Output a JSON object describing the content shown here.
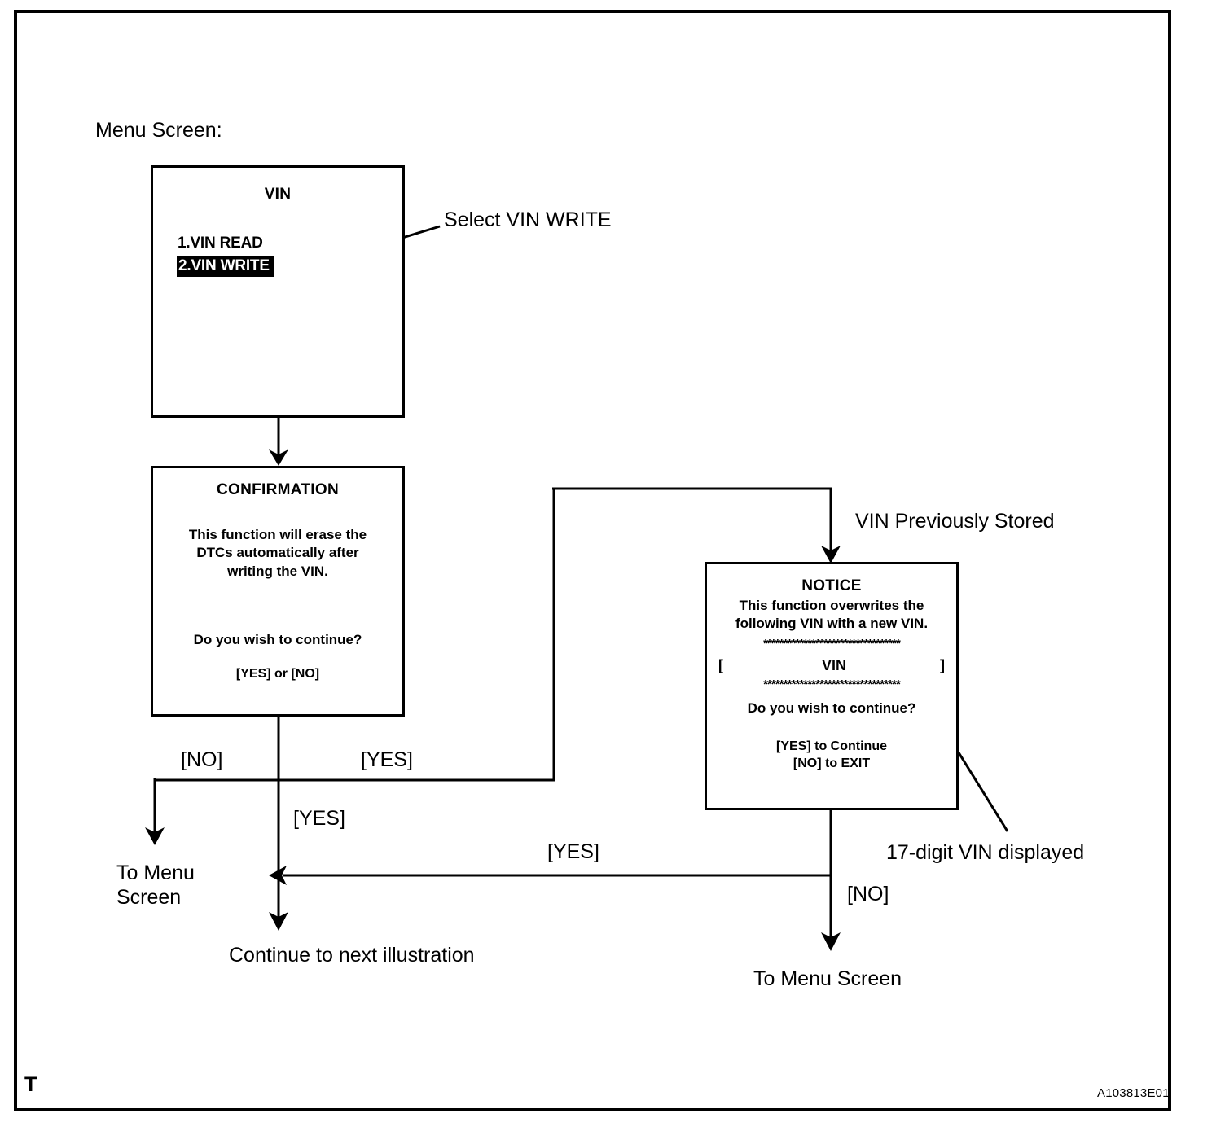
{
  "figure": {
    "sheet_mark": "T",
    "figure_code": "A103813E01",
    "type": "flowchart"
  },
  "labels": {
    "menu_screen": "Menu Screen:",
    "select_vin_write": "Select VIN WRITE",
    "vin_previously_stored": "VIN Previously Stored",
    "vin_17_digit": "17-digit VIN displayed",
    "to_menu_screen_left_line1": "To Menu",
    "to_menu_screen_left_line2": "Screen",
    "continue_next_illustration": "Continue to next illustration",
    "to_menu_screen_right": "To Menu Screen"
  },
  "flow_labels": {
    "no_from_confirmation": "[NO]",
    "yes_from_confirmation_right": "[YES]",
    "yes_from_confirmation_down": "[YES]",
    "yes_from_notice": "[YES]",
    "no_from_notice": "[NO]"
  },
  "screens": {
    "vin_menu": {
      "title": "VIN",
      "items": [
        {
          "label": "1.VIN READ",
          "selected": false
        },
        {
          "label": "2.VIN WRITE",
          "selected": true
        }
      ]
    },
    "confirmation": {
      "title": "CONFIRMATION",
      "message_line1": "This function will erase the",
      "message_line2": "DTCs automatically after",
      "message_line3": "writing the VIN.",
      "question": "Do you wish to continue?",
      "keys": "[YES] or [NO]"
    },
    "notice": {
      "title": "NOTICE",
      "message_line1": "This function overwrites the",
      "message_line2": "following VIN with a new VIN.",
      "star_rule_top": "**********************************",
      "star_rule_bottom": "**********************************",
      "vin_bracket_open": "[",
      "vin_field_label": "VIN",
      "vin_bracket_close": "]",
      "question": "Do you wish to continue?",
      "keys_line1": "[YES] to Continue",
      "keys_line2": "[NO] to EXIT"
    }
  },
  "colors": {
    "ink": "#000000",
    "paper": "#ffffff",
    "highlight_bg": "#000000",
    "highlight_fg": "#ffffff"
  }
}
